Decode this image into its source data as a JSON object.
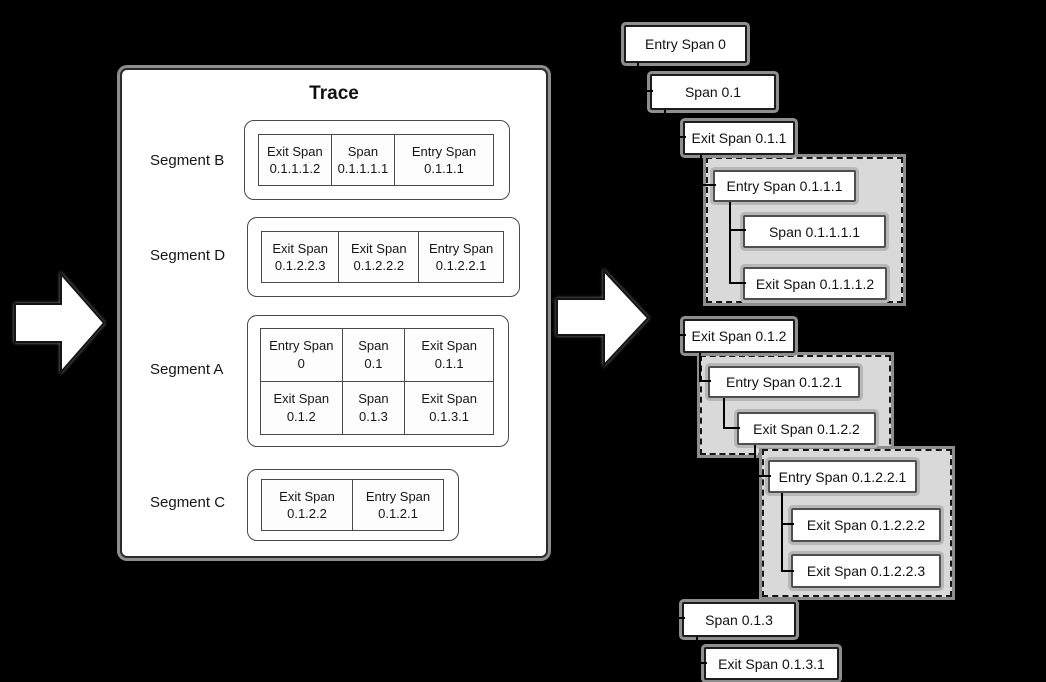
{
  "colors": {
    "background": "#000000",
    "box_fill": "#ffffff",
    "box_border": "#1c1c1c",
    "group_fill": "#d9d9d9",
    "shadow_ring": "#8e8e8e",
    "text": "#111111"
  },
  "icons": {
    "left_arrow": "block-arrow-right",
    "right_arrow": "block-arrow-right"
  },
  "trace": {
    "title": "Trace",
    "segments": [
      {
        "label": "Segment B",
        "rows": [
          [
            {
              "name": "Exit Span",
              "id": "0.1.1.1.2"
            },
            {
              "name": "Span",
              "id": "0.1.1.1.1"
            },
            {
              "name": "Entry Span",
              "id": "0.1.1.1"
            }
          ]
        ]
      },
      {
        "label": "Segment D",
        "rows": [
          [
            {
              "name": "Exit Span",
              "id": "0.1.2.2.3"
            },
            {
              "name": "Exit Span",
              "id": "0.1.2.2.2"
            },
            {
              "name": "Entry Span",
              "id": "0.1.2.2.1"
            }
          ]
        ]
      },
      {
        "label": "Segment A",
        "rows": [
          [
            {
              "name": "Entry Span",
              "id": "0"
            },
            {
              "name": "Span",
              "id": "0.1"
            },
            {
              "name": "Exit Span",
              "id": "0.1.1"
            }
          ],
          [
            {
              "name": "Exit Span",
              "id": "0.1.2"
            },
            {
              "name": "Span",
              "id": "0.1.3"
            },
            {
              "name": "Exit Span",
              "id": "0.1.3.1"
            }
          ]
        ]
      },
      {
        "label": "Segment C",
        "rows": [
          [
            {
              "name": "Exit Span",
              "id": "0.1.2.2"
            },
            {
              "name": "Entry Span",
              "id": "0.1.2.1"
            }
          ]
        ]
      }
    ]
  },
  "tree": {
    "nodes": [
      {
        "label": "Entry Span 0"
      },
      {
        "label": "Span 0.1"
      },
      {
        "label": "Exit Span 0.1.1"
      },
      {
        "label": "Entry Span 0.1.1.1"
      },
      {
        "label": "Span 0.1.1.1.1"
      },
      {
        "label": "Exit Span 0.1.1.1.2"
      },
      {
        "label": "Exit Span 0.1.2"
      },
      {
        "label": "Entry Span 0.1.2.1"
      },
      {
        "label": "Exit Span 0.1.2.2"
      },
      {
        "label": "Entry Span 0.1.2.2.1"
      },
      {
        "label": "Exit Span 0.1.2.2.2"
      },
      {
        "label": "Exit Span 0.1.2.2.3"
      },
      {
        "label": "Span 0.1.3"
      },
      {
        "label": "Exit Span 0.1.3.1"
      }
    ]
  }
}
